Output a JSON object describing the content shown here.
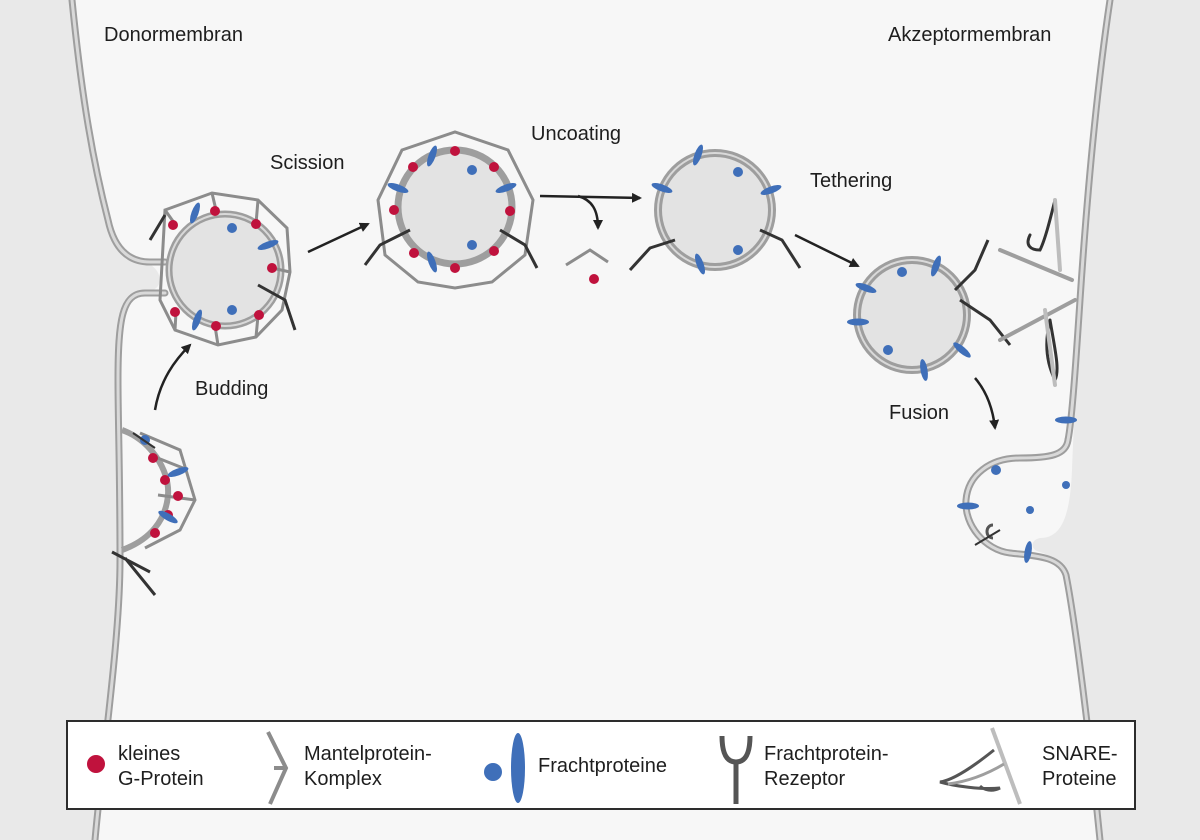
{
  "labels": {
    "donor": "Donormembran",
    "acceptor": "Akzeptormembran",
    "scission": "Scission",
    "uncoating": "Uncoating",
    "tethering": "Tethering",
    "budding": "Budding",
    "fusion": "Fusion"
  },
  "legend": {
    "g_protein": [
      "kleines",
      "G-Protein"
    ],
    "coat": [
      "Mantelprotein-",
      "Komplex"
    ],
    "cargo": [
      "Frachtproteine"
    ],
    "receptor": [
      "Frachtprotein-",
      "Rezeptor"
    ],
    "snare": [
      "SNARE-",
      "Proteine"
    ]
  },
  "colors": {
    "background": "#e9e9e9",
    "cell_interior": "#f7f7f7",
    "membrane": "#9e9e9e",
    "coat": "#8c8c8c",
    "g_protein": "#c0123d",
    "cargo": "#3f6fb9",
    "arrow": "#222222"
  }
}
